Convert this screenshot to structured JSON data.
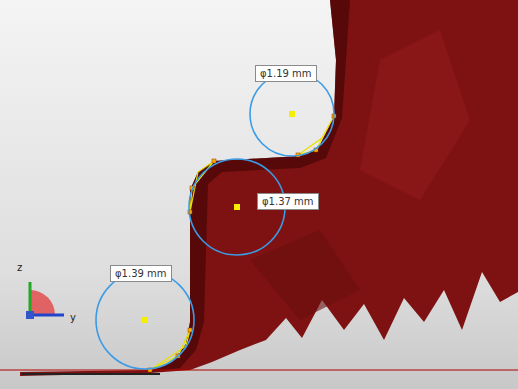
{
  "diagram": {
    "labels": [
      "φ1.19 mm",
      "φ1.37 mm",
      "φ1.39 mm",
      "z",
      "y"
    ]
  }
}
